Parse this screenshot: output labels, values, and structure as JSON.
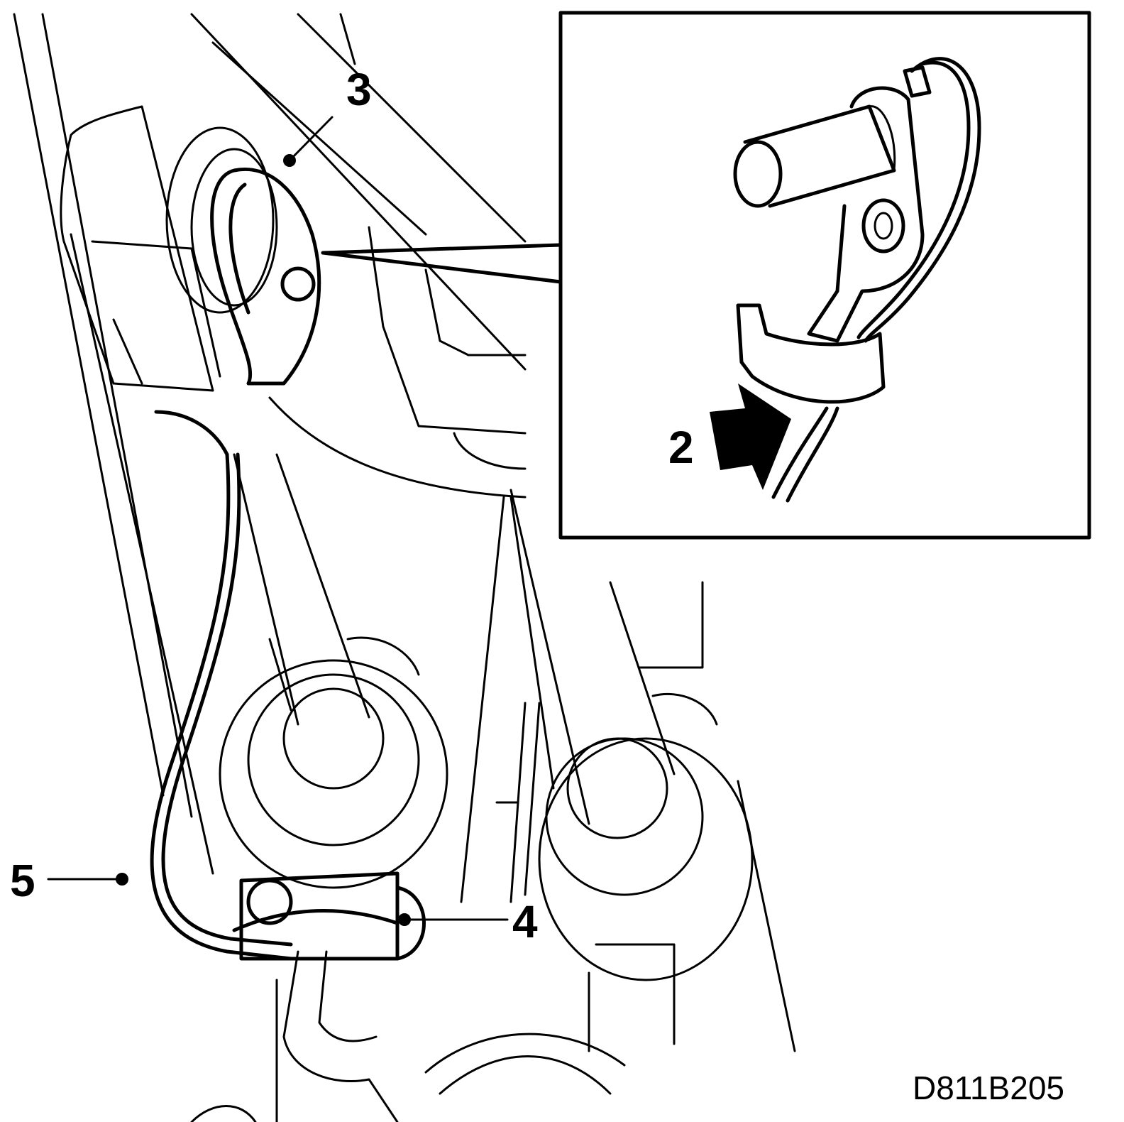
{
  "callouts": {
    "c2": "2",
    "c3": "3",
    "c4": "4",
    "c5": "5"
  },
  "reference_code": "D811B205"
}
